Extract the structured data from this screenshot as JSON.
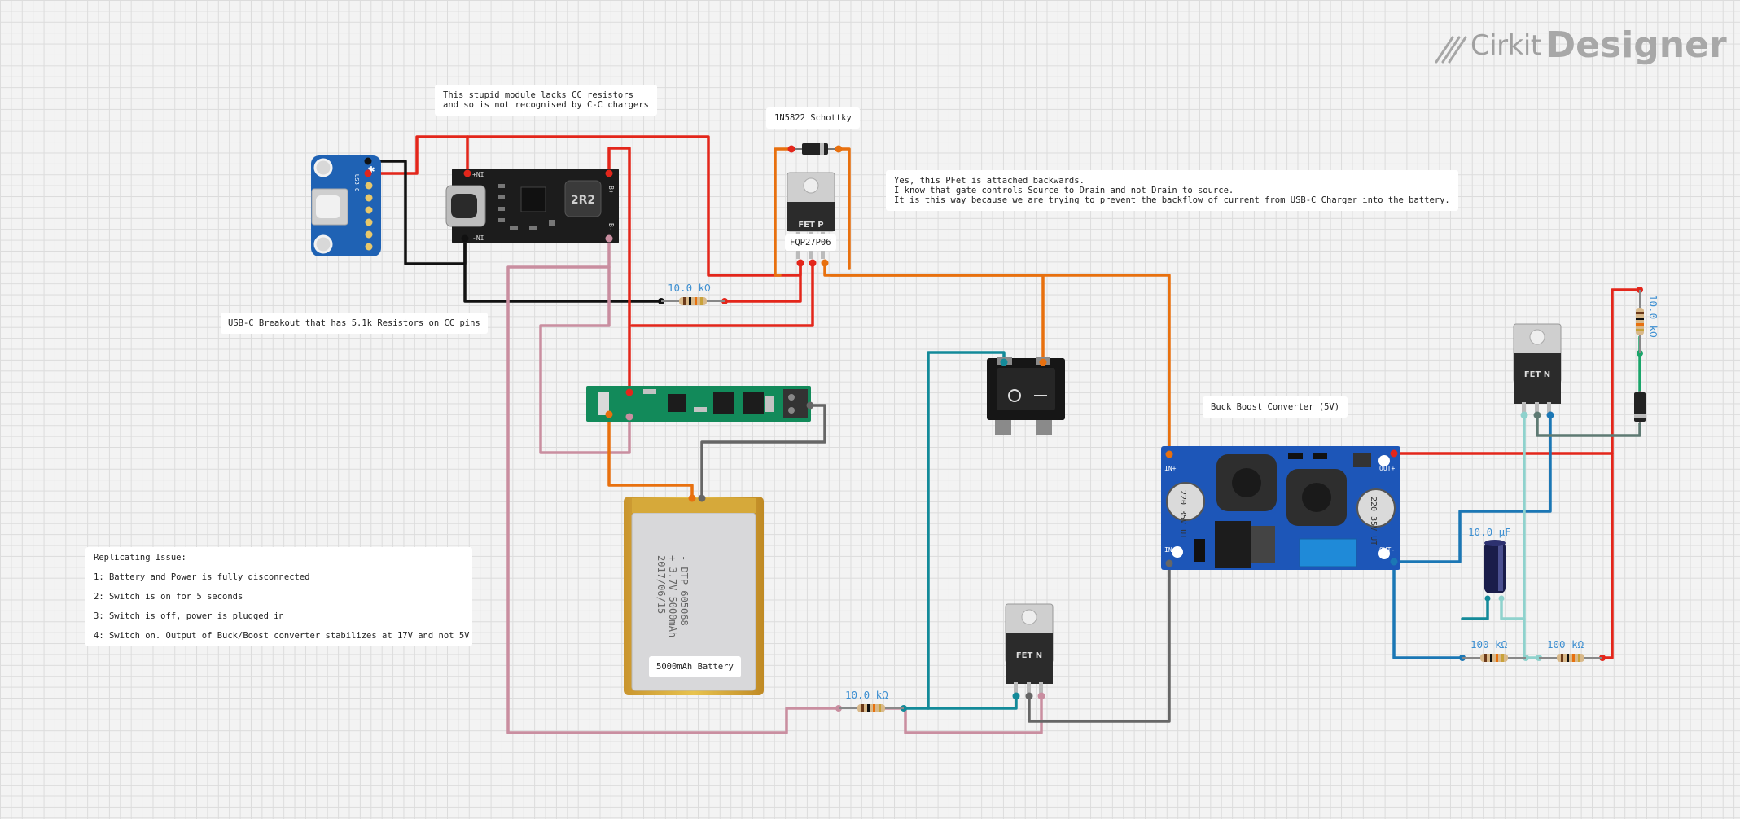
{
  "brand": {
    "name_left": "Cirkit",
    "name_right": "Designer",
    "logo_icon": "cirkit-logo-icon"
  },
  "notes": {
    "cc_module": "This stupid module lacks CC resistors\nand so is not recognised by C-C chargers",
    "schottky": "1N5822 Schottky",
    "pfet_note": "Yes, this PFet is attached backwards.\nI know that gate controls Source to Drain and not Drain to source.\nIt is this way because we are trying to prevent the backflow of current from USB-C Charger into the battery.",
    "usb_breakout": "USB-C Breakout that has 5.1k Resistors on CC pins",
    "buck_boost": "Buck Boost Converter (5V)",
    "battery": "5000mAh Battery",
    "replicating": "Replicating Issue:\n\n1: Battery and Power is fully disconnected\n\n2: Switch is on for 5 seconds\n\n3: Switch is off, power is plugged in\n\n4: Switch on. Output of Buck/Boost converter stabilizes at 17V and not 5V"
  },
  "components": {
    "pfet_label": "FQP27P06",
    "pfet_body": "FET P",
    "nfet_body": "FET N",
    "charger_ic": "2R2",
    "charger_pin_in_pos": "+NI",
    "charger_pin_in_neg": "-NI",
    "charger_pin_b_pos": "B+",
    "charger_pin_b_neg": "B-",
    "buck_in_pos": "IN+",
    "buck_in_neg": "IN-",
    "buck_out_pos": "OUT+",
    "buck_out_neg": "OUT-",
    "cap_text": "220\n35V\nUT",
    "battery_print": "- DTP 605068\n+ 3.7V 5000mAh\n2017/06/15",
    "usb_side_label": "USB C"
  },
  "values": {
    "r1": "10.0 kΩ",
    "r2": "10.0 kΩ",
    "r3": "10.0 kΩ",
    "r4": "100 kΩ",
    "r5": "100 kΩ",
    "c1": "10.0 µF"
  },
  "colors": {
    "red": "#e3261b",
    "black": "#111111",
    "orange": "#e8700e",
    "pink": "#c98ea0",
    "teal": "#138a99",
    "gray": "#555555",
    "blue": "#1b77b5",
    "lightteal": "#8fd2cd",
    "green": "#1aa56a",
    "slate": "#5e7a73",
    "label_blue": "#3d8fd1"
  }
}
